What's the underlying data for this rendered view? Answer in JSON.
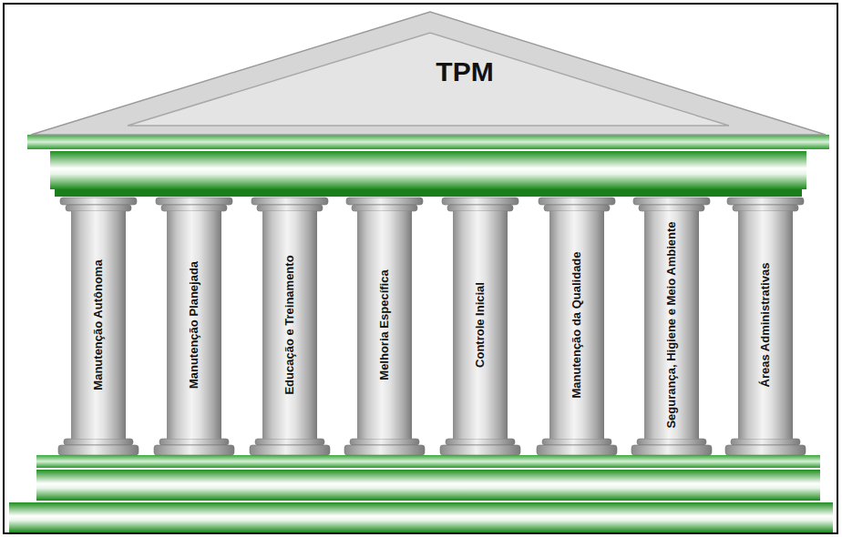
{
  "diagram": {
    "nodes": [
      {
        "text": [
          "TPM"
        ]
      },
      {
        "text": [
          "Manutenção Autônoma"
        ]
      },
      {
        "text": [
          "Manutenção Planejada"
        ]
      },
      {
        "text": [
          "Educação e Treinamento"
        ]
      },
      {
        "text": [
          "Melhoria Específica"
        ]
      },
      {
        "text": [
          "Controle Inicial"
        ]
      },
      {
        "text": [
          "Manutenção da Qualidade"
        ]
      },
      {
        "text": [
          "Segurança, Higiene e Meio Ambiente"
        ]
      },
      {
        "text": [
          "Áreas Administrativas"
        ]
      }
    ]
  }
}
